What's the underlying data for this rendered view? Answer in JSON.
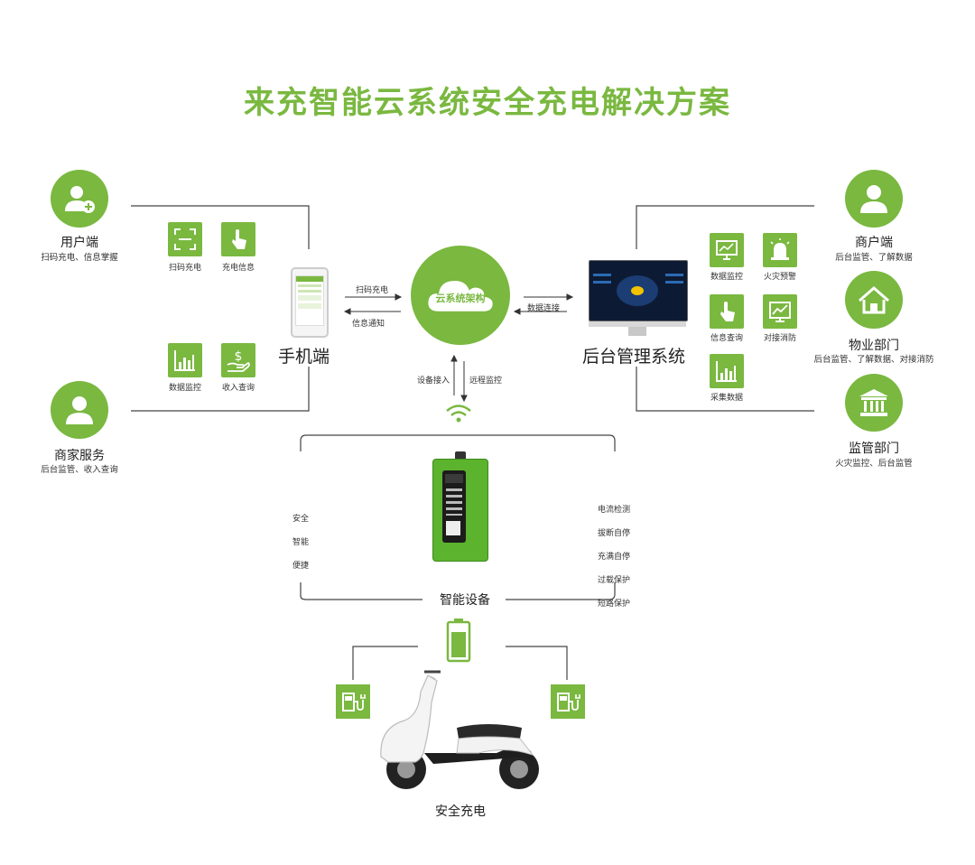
{
  "title": "来充智能云系统安全充电解决方案",
  "colors": {
    "accent": "#7ab840",
    "line": "#444444"
  },
  "roles": {
    "user": {
      "name": "用户端",
      "desc": "扫码充电、信息掌握",
      "icon": "user-plus-icon"
    },
    "merchant_service": {
      "name": "商家服务",
      "desc": "后台监管、收入查询",
      "icon": "user-icon"
    },
    "merchant": {
      "name": "商户端",
      "desc": "后台监管、了解数据",
      "icon": "user-icon"
    },
    "property": {
      "name": "物业部门",
      "desc": "后台监管、了解数据、对接消防",
      "icon": "house-icon"
    },
    "supervision": {
      "name": "监管部门",
      "desc": "火灾监控、后台监管",
      "icon": "government-building-icon"
    }
  },
  "mobile": {
    "label": "手机端",
    "tiles": [
      {
        "label": "扫码充电",
        "icon": "scan-icon"
      },
      {
        "label": "充电信息",
        "icon": "touch-hand-icon"
      },
      {
        "label": "数据监控",
        "icon": "bar-chart-icon"
      },
      {
        "label": "收入查询",
        "icon": "money-hand-icon"
      }
    ]
  },
  "backend": {
    "label": "后台管理系统",
    "tiles": [
      {
        "label": "数据监控",
        "icon": "monitor-chart-icon"
      },
      {
        "label": "火灾预警",
        "icon": "alarm-light-icon"
      },
      {
        "label": "信息查询",
        "icon": "touch-hand-icon"
      },
      {
        "label": "对接消防",
        "icon": "screen-line-chart-icon"
      },
      {
        "label": "采集数据",
        "icon": "bar-chart-icon"
      }
    ]
  },
  "cloud": {
    "label": "云系统架构"
  },
  "arrows": {
    "scan_charge": "扫码充电",
    "info_notice": "信息通知",
    "data_link": "数据连接",
    "device_access": "设备接入",
    "remote_monitor": "远程监控"
  },
  "device": {
    "label": "智能设备",
    "left_features": [
      "安全",
      "智能",
      "便捷"
    ],
    "right_features": [
      "电流检测",
      "拔断自停",
      "充满自停",
      "过载保护",
      "短路保护"
    ]
  },
  "safe_charge": {
    "label": "安全充电"
  }
}
